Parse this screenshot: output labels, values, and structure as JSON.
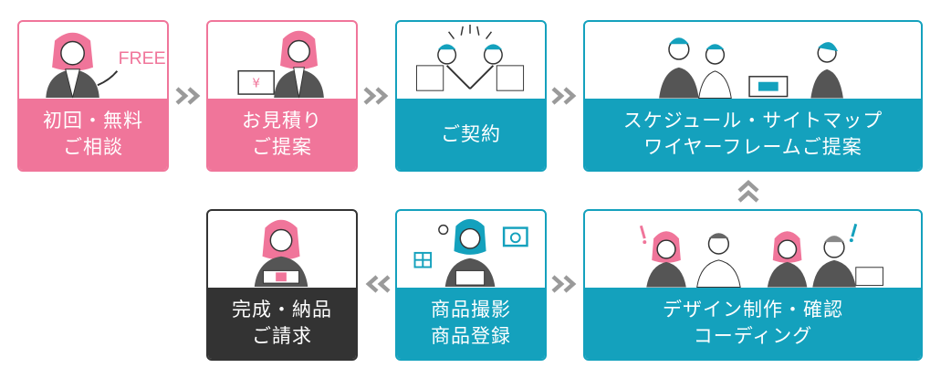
{
  "steps": [
    {
      "line1": "初回・無料",
      "line2": "ご相談",
      "badge": "FREE",
      "color": "#f0759a"
    },
    {
      "line1": "お見積り",
      "line2": "ご提案",
      "color": "#f0759a"
    },
    {
      "line1": "ご契約",
      "color": "#14a1bd"
    },
    {
      "line1": "スケジュール・サイトマップ",
      "line2": "ワイヤーフレームご提案",
      "color": "#14a1bd"
    },
    {
      "line1": "デザイン制作・確認",
      "line2": "コーディング",
      "color": "#14a1bd"
    },
    {
      "line1": "商品撮影",
      "line2": "商品登録",
      "color": "#14a1bd"
    },
    {
      "line1": "完成・納品",
      "line2": "ご請求",
      "color": "#333333"
    }
  ],
  "colors": {
    "pink": "#f0759a",
    "teal": "#14a1bd",
    "dark": "#333333",
    "arrow": "#9a9a9a"
  },
  "icons": [
    "double-chevron-right-icon",
    "double-chevron-up-icon",
    "double-chevron-left-icon"
  ]
}
